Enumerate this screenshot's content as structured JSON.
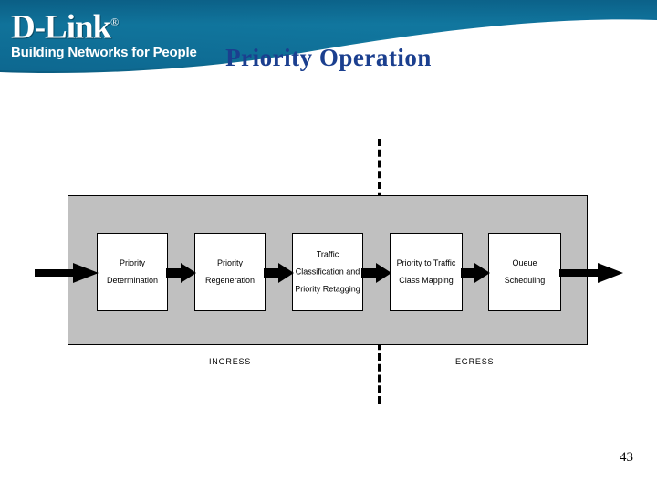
{
  "header": {
    "logo_wordmark": "D-Link",
    "logo_registered": "®",
    "logo_tagline": "Building Networks for People",
    "banner_color": "#0d6d98",
    "banner_color_dark": "#0a5b80"
  },
  "slide": {
    "title": "Priority Operation",
    "title_color": "#1b3f8f",
    "page_number": "43"
  },
  "diagram": {
    "container_fill": "#c0c0c0",
    "stage_fill": "#ffffff",
    "boundary_style": "dashed",
    "stages": [
      {
        "id": "priority-determination",
        "lines": [
          "Priority",
          "Determination"
        ]
      },
      {
        "id": "priority-regeneration",
        "lines": [
          "Priority",
          "Regeneration"
        ]
      },
      {
        "id": "traffic-classification-and-priority-retagging",
        "lines": [
          "Traffic",
          "Classification and",
          "Priority Retagging"
        ]
      },
      {
        "id": "priority-to-traffic-class-mapping",
        "lines": [
          "Priority to Traffic",
          "Class Mapping"
        ]
      },
      {
        "id": "queue-scheduling",
        "lines": [
          "Queue",
          "Scheduling"
        ]
      }
    ],
    "zones": [
      {
        "id": "ingress",
        "label": "INGRESS"
      },
      {
        "id": "egress",
        "label": "EGRESS"
      }
    ]
  }
}
